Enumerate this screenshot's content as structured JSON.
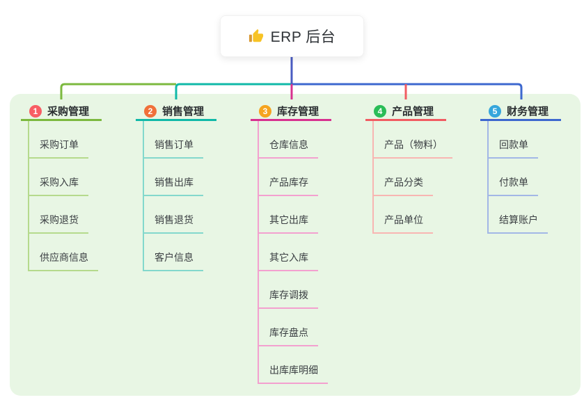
{
  "root": {
    "label": "ERP 后台",
    "icon": "thumbs-up",
    "line_color": "#4a5cc2"
  },
  "panel": {
    "background": "#e8f6e4"
  },
  "branches": [
    {
      "number": "1",
      "label": "采购管理",
      "badge_color": "#f85d64",
      "color": "#7cb93f",
      "light_color": "#b5da8c",
      "children": [
        {
          "label": "采购订单"
        },
        {
          "label": "采购入库"
        },
        {
          "label": "采购退货"
        },
        {
          "label": "供应商信息"
        }
      ]
    },
    {
      "number": "2",
      "label": "销售管理",
      "badge_color": "#f0703a",
      "color": "#10b9a8",
      "light_color": "#83d8cc",
      "children": [
        {
          "label": "销售订单"
        },
        {
          "label": "销售出库"
        },
        {
          "label": "销售退货"
        },
        {
          "label": "客户信息"
        }
      ]
    },
    {
      "number": "3",
      "label": "库存管理",
      "badge_color": "#f6a41f",
      "color": "#d8318f",
      "light_color": "#f3a0cf",
      "children": [
        {
          "label": "仓库信息"
        },
        {
          "label": "产品库存"
        },
        {
          "label": "其它出库"
        },
        {
          "label": "其它入库"
        },
        {
          "label": "库存调拨"
        },
        {
          "label": "库存盘点"
        },
        {
          "label": "出库库明细"
        }
      ]
    },
    {
      "number": "4",
      "label": "产品管理",
      "badge_color": "#2abd57",
      "color": "#f15c62",
      "light_color": "#f8b5b2",
      "children": [
        {
          "label": "产品（物料）"
        },
        {
          "label": "产品分类"
        },
        {
          "label": "产品单位"
        }
      ]
    },
    {
      "number": "5",
      "label": "财务管理",
      "badge_color": "#36a6dc",
      "color": "#3d68cf",
      "light_color": "#a2b7e6",
      "children": [
        {
          "label": "回款单"
        },
        {
          "label": "付款单"
        },
        {
          "label": "结算账户"
        }
      ]
    }
  ]
}
